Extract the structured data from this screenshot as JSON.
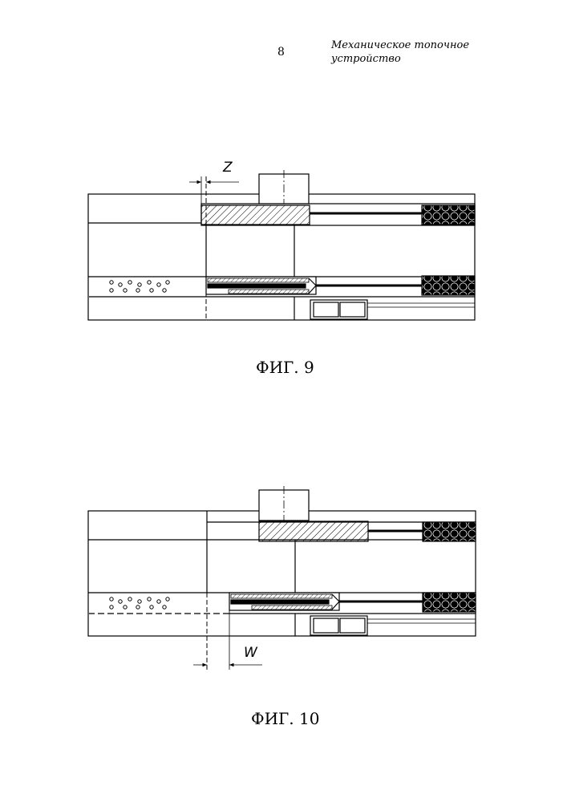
{
  "header": {
    "page_number": "8",
    "title_line1": "Механическое топочное",
    "title_line2": "устройство"
  },
  "figures": [
    {
      "caption": "ФИГ. 9",
      "dimension_label": "Z"
    },
    {
      "caption": "ФИГ. 10",
      "dimension_label": "W"
    }
  ]
}
